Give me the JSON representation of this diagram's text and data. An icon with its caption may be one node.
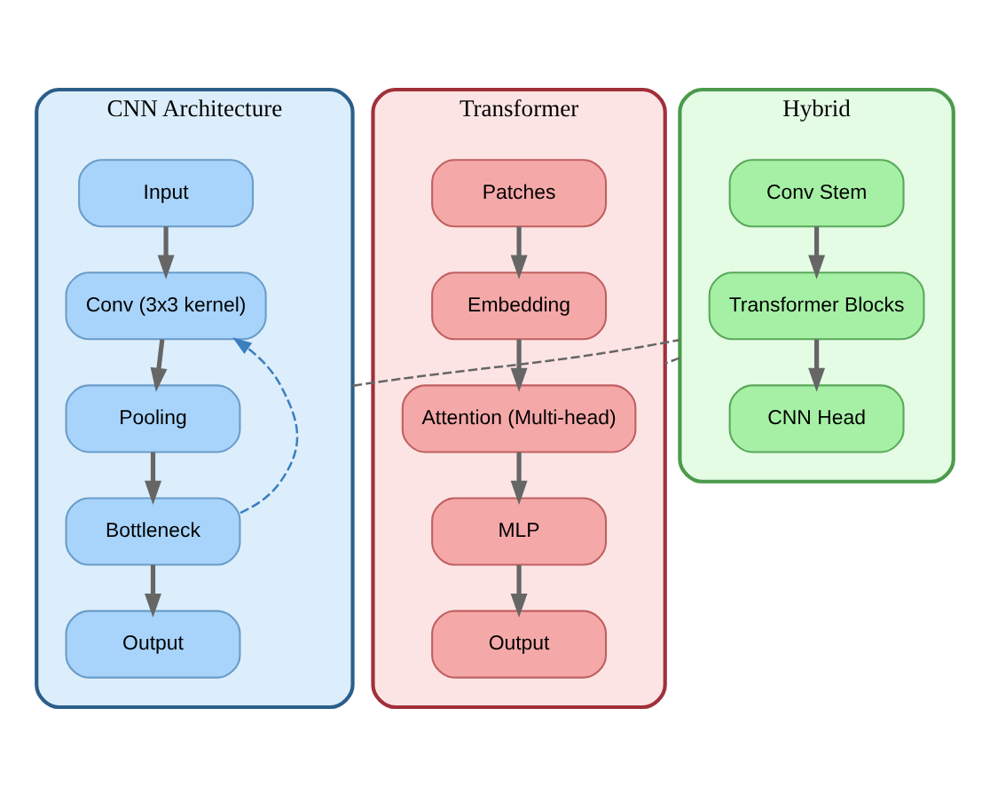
{
  "diagram": {
    "nodes": [
      {
        "text": [
          "CNN Architecture"
        ]
      },
      {
        "text": [
          "Input"
        ],
        "in": 0
      },
      {
        "text": [
          "Conv (3x3 kernel)"
        ],
        "in": 0
      },
      {
        "text": [
          "Pooling"
        ],
        "in": 0
      },
      {
        "text": [
          "Bottleneck"
        ],
        "in": 0
      },
      {
        "text": [
          "Output"
        ],
        "in": 0
      },
      {
        "text": [
          "Hybrid"
        ]
      },
      {
        "text": [
          "Conv Stem"
        ],
        "in": 6
      },
      {
        "text": [
          "Transformer Blocks"
        ],
        "in": 6
      },
      {
        "text": [
          "CNN Head"
        ],
        "in": 6
      },
      {
        "text": [
          "Transformer"
        ]
      },
      {
        "text": [
          "Patches"
        ],
        "in": 10
      },
      {
        "text": [
          "Embedding"
        ],
        "in": 10
      },
      {
        "text": [
          "Attention (Multi-head)"
        ],
        "in": 10
      },
      {
        "text": [
          "MLP"
        ],
        "in": 10
      },
      {
        "text": [
          "Output"
        ],
        "in": 10
      }
    ],
    "edges": [
      {
        "from": 1,
        "to": 2,
        "arrow": "to"
      },
      {
        "from": 2,
        "to": 3,
        "arrow": "to"
      },
      {
        "from": 3,
        "to": 4,
        "arrow": "to"
      },
      {
        "from": 4,
        "to": 5,
        "arrow": "to"
      },
      {
        "from": 4,
        "to": 2,
        "arrow": "to",
        "style": "dashed",
        "color": "#3a7fc0"
      },
      {
        "from": 7,
        "to": 8,
        "arrow": "to"
      },
      {
        "from": 8,
        "to": 9,
        "arrow": "to"
      },
      {
        "from": 11,
        "to": 12,
        "arrow": "to"
      },
      {
        "from": 12,
        "to": 13,
        "arrow": "to"
      },
      {
        "from": 13,
        "to": 14,
        "arrow": "to"
      },
      {
        "from": 14,
        "to": 15,
        "arrow": "to"
      },
      {
        "from": 0,
        "to": 6,
        "arrow": "none",
        "style": "dashed"
      },
      {
        "from": 6,
        "to": 10,
        "arrow": "none",
        "style": "dashed"
      }
    ]
  }
}
